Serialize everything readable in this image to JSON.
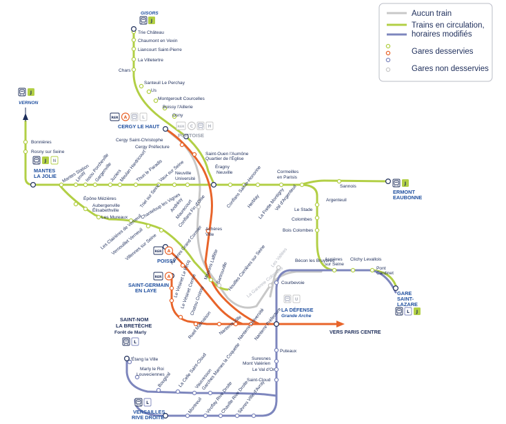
{
  "legend": {
    "no_train": "Aucun train",
    "modified_1": "Trains en circulation,",
    "modified_2": "horaires modifiés",
    "served": "Gares desservies",
    "not_served": "Gares non desservies"
  },
  "colors": {
    "line_j_green": "#b2cf45",
    "rer_a_orange": "#e8642a",
    "line_l_blue": "#7d86bd",
    "no_train_grey": "#c8c8c8",
    "text_navy": "#1d2d5a",
    "hub_blue": "#1f4f9f"
  },
  "hubs": {
    "gisors": "GISORS",
    "vernon": "VERNON",
    "mantes_1": "MANTES",
    "mantes_2": "LA JOLIE",
    "cergy_1": "CERGY LE HAUT",
    "pontoise": "PONTOISE",
    "ermont_1": "ERMONT",
    "ermont_2": "EAUBONNE",
    "poissy": "POISSY",
    "sgl_1": "SAINT-GERMAIN",
    "sgl_2": "EN LAYE",
    "defense_1": "LA DÉFENSE",
    "defense_2": "Grande Arche",
    "gsl_1": "GARE",
    "gsl_2": "SAINT-",
    "gsl_3": "LAZARE",
    "snom_1": "SAINT-NOM",
    "snom_2": "LA BRETÈCHE",
    "snom_3": "Forêt de Marly",
    "vrd_1": "VERSAILLES",
    "vrd_2": "RIVE DROITE",
    "paris_centre": "VERS PARIS CENTRE"
  },
  "badges": {
    "rer": "RER",
    "a": "A",
    "c": "C",
    "h": "H",
    "j": "J",
    "l": "L",
    "n": "N",
    "u": "U",
    "transilien_icon": "transilien-icon"
  },
  "stations": {
    "trie_chateau": "Trie Château",
    "chaumont": "Chaumont en Vexin",
    "liancourt": "Liancourt Saint-Pierre",
    "villetertre": "La Villetertre",
    "chars": "Chars",
    "santeuil": "Santeuil Le Perchay",
    "us": "Us",
    "montgeroult": "Montgeroult Courcelles",
    "boissy": "Boissy l'Aillerie",
    "osny": "Osny",
    "bonnieres": "Bonnières",
    "rosny": "Rosny sur Seine",
    "cergy_st_christophe": "Cergy Saint-Christophe",
    "cergy_prefecture": "Cergy Préfecture",
    "st_ouen_aumone": "Saint-Ouen l'Aumône",
    "quartier_eglise": "Quartier de l'Église",
    "eragny": "Éragny",
    "neuville": "Neuville",
    "neuville_univ_1": "Neuville",
    "neuville_univ_2": "Université",
    "cormeilles_1": "Cormeilles",
    "cormeilles_2": "en Parisis",
    "sannois": "Sannois",
    "argenteuil": "Argenteuil",
    "mantes_station": "Mantes Station",
    "limay": "Limay",
    "issou": "Issou Porcheville",
    "gargenville": "Gargenville",
    "juziers": "Juziers",
    "meulan": "Meulan Hardricourt",
    "thun": "Thun le Paradis",
    "vaux": "Vaux sur Seine",
    "epone": "Épône Mézières",
    "aubergenville": "Aubergenville",
    "elisabethville": "Élisabethville",
    "les_mureaux": "Les Mureaux",
    "triel": "Triel sur Seine",
    "chanteloup": "Chanteloup les Vignes",
    "andresy": "Andrésy",
    "maurecourt": "Maurecourt",
    "conflans_fin_oise": "Conflans Fin d'Oise",
    "conflans_ste_honorine": "Conflans Sainte-Honorine",
    "herblay": "Herblay",
    "la_frette": "La Frette Montigny",
    "val_argenteuil": "Val d'Argenteuil",
    "le_stade": "Le Stade",
    "colombes": "Colombes",
    "bois_colombes": "Bois Colombes",
    "acheres_ville_1": "Achères",
    "acheres_ville_2": "Ville",
    "clairieres": "Les Clairières de Verneuil",
    "vernouillet": "Vernouillet Verneuil",
    "villennes": "Villennes sur Seine",
    "acheres_grand_cormier": "Achères Grand Cormier",
    "maisons_laffitte": "Maisons Laffitte",
    "sartrouville": "Sartrouville",
    "houilles": "Houilles Carrières sur Seine",
    "les_vallees": "Les Vallées",
    "la_garenne": "La Garenne Colombes",
    "becon": "Bécon les Bruyères",
    "asnieres_1": "Asnières",
    "asnieres_2": "sur Seine",
    "clichy": "Clichy Levallois",
    "pont_cardinet_1": "Pont",
    "pont_cardinet_2": "Cardinet",
    "courbevoie": "Courbevoie",
    "le_vesinet_pecq": "Le Vésinet Le Pecq",
    "le_vesinet_centre": "Le Vésinet Centre",
    "chatou": "Chatou Croissy",
    "rueil": "Rueil Malmaison",
    "nanterre_ville": "Nanterre Ville",
    "nanterre_universite": "Nanterre Université",
    "nanterre_prefecture": "Nanterre Préfecture",
    "puteaux": "Puteaux",
    "suresnes_1": "Suresnes",
    "suresnes_2": "Mont Valérien",
    "le_val_dor": "Le Val d'Or",
    "saint_cloud": "Saint-Cloud",
    "etang_la_ville": "L'Étang la Ville",
    "marly_1": "Marly le Roi",
    "marly_2": "Louveciennes",
    "bougival": "Bougival",
    "la_celle": "La Celle Saint-Cloud",
    "vaucresson": "Vaucresson",
    "garches": "Garches Marnes la Coquette",
    "montreuil": "Montreuil",
    "viroflay": "Viroflay Rive Droite",
    "chaville": "Chaville Rive Droite",
    "sevres": "Sèvres Ville d'Avray"
  }
}
